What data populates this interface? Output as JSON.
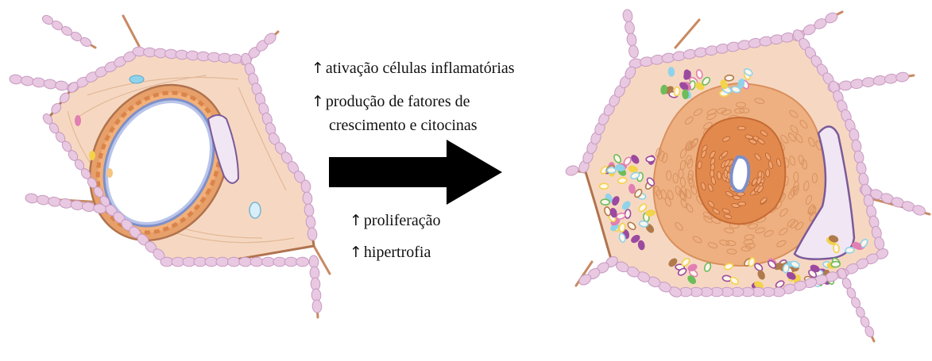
{
  "figure": {
    "colors": {
      "adventitia": "#f6d8c2",
      "adventitia_outline": "#b0734e",
      "surrounding_cells": "#e9c8e2",
      "surrounding_cells_outline": "#c79ac0",
      "media": "#e8a06a",
      "media_dark": "#d9844a",
      "intima_neo": "#f0b58a",
      "intima_core": "#e28a4e",
      "lumen_outline": "#7d8fc8",
      "arrow": "#000000",
      "inflammatory_cell_colors": [
        "#9b4aa0",
        "#f2d34a",
        "#6dbd5a",
        "#e27fb3",
        "#8fd3ea",
        "#b07a4a"
      ]
    },
    "icons": {
      "before_vessel": "normal-vessel-illustration",
      "after_vessel": "remodeled-vessel-illustration",
      "transition": "right-arrow",
      "increase_marker": "up-arrow"
    }
  },
  "labels": {
    "up_arrow": "↑",
    "upper": [
      "ativação células inflamatórias",
      "produção de fatores de",
      "crescimento e citocinas"
    ],
    "lower": [
      "proliferação",
      "hipertrofia"
    ]
  }
}
